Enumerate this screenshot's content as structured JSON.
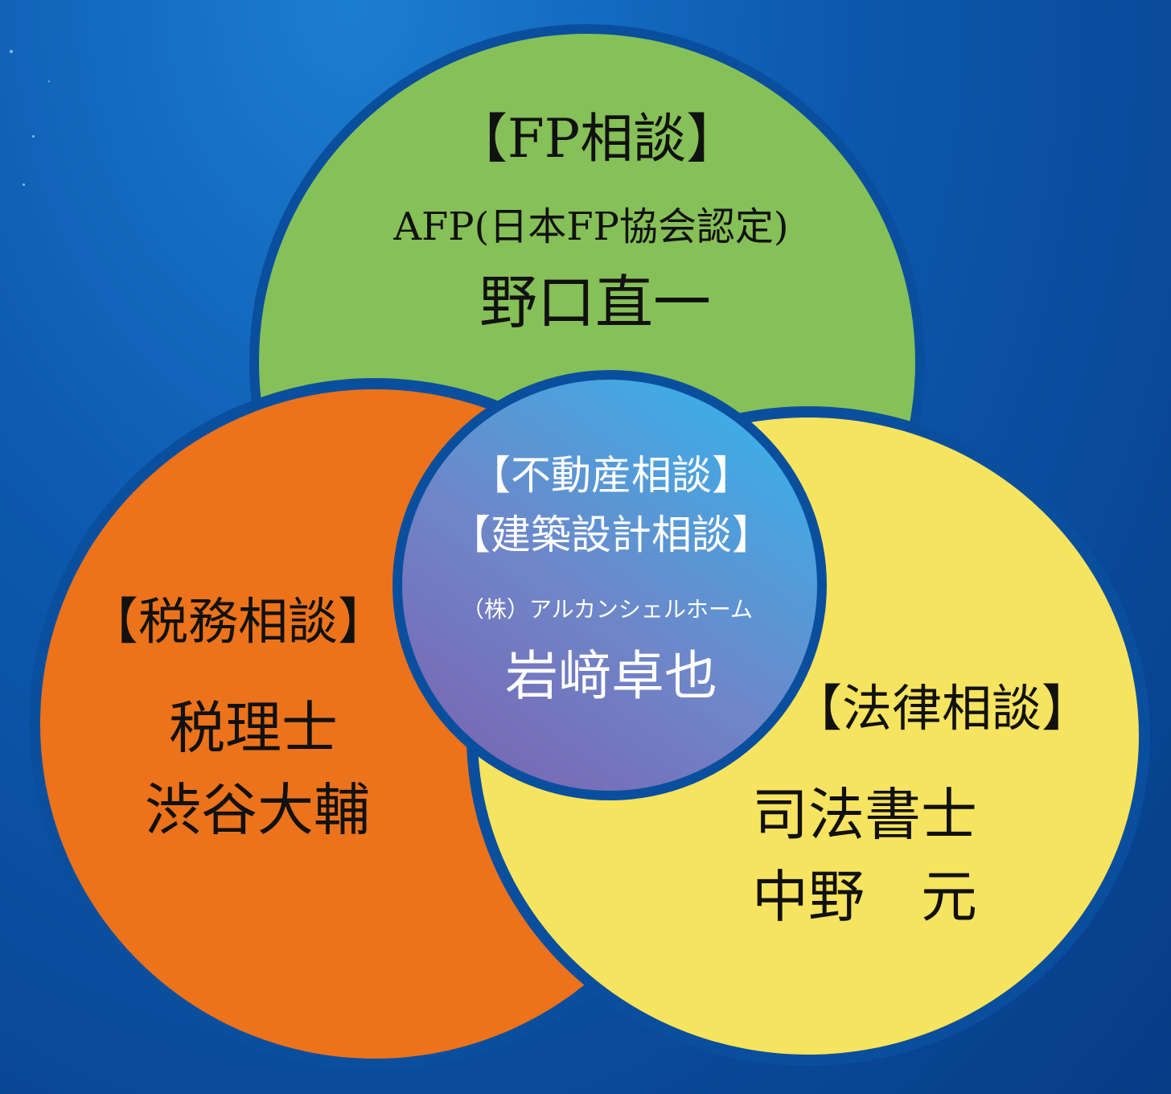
{
  "fp": {
    "heading": "【FP相談】",
    "qualification": "AFP(日本FP協会認定)",
    "name": "野口直一"
  },
  "real_estate": {
    "heading1": "【不動産相談】",
    "heading2": "【建築設計相談】",
    "company": "（株）アルカンシェルホーム",
    "name": "岩﨑卓也"
  },
  "tax": {
    "heading": "【税務相談】",
    "qualification": "税理士",
    "name": "渋谷大輔"
  },
  "law": {
    "heading": "【法律相談】",
    "qualification": "司法書士",
    "name": "中野　元"
  },
  "colors": {
    "background": "#0d5ab0",
    "fp_circle": "#86c058",
    "tax_circle": "#ec731b",
    "law_circle": "#f6e35f",
    "real_estate_circle": "#5f9ed8",
    "outline": "#0a4f9e"
  }
}
